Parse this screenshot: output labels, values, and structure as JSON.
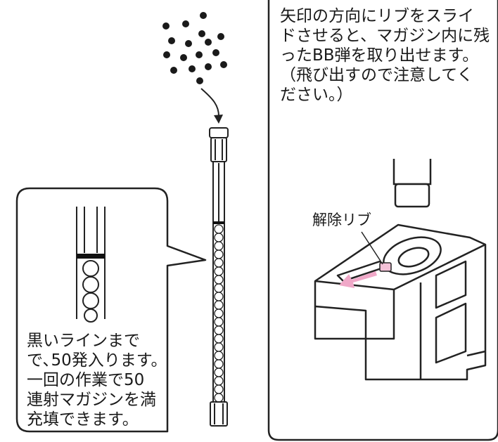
{
  "callout": {
    "lines": [
      "黒いラインまで",
      "で､50発入ります。",
      "一回の作業で50",
      "連射マガジンを満",
      "充填できます。"
    ]
  },
  "instruction": {
    "lines": [
      "矢印の方向にリブをスライ",
      "ドさせると、マガジン内に残",
      "ったBB弾を取り出せます。",
      "（飛び出すので注意してく",
      "ださい。）"
    ]
  },
  "release_rib": {
    "label": "解除リブ"
  },
  "colors": {
    "arrow": "#f0a8c8",
    "line": "#222222",
    "background": "#ffffff"
  }
}
